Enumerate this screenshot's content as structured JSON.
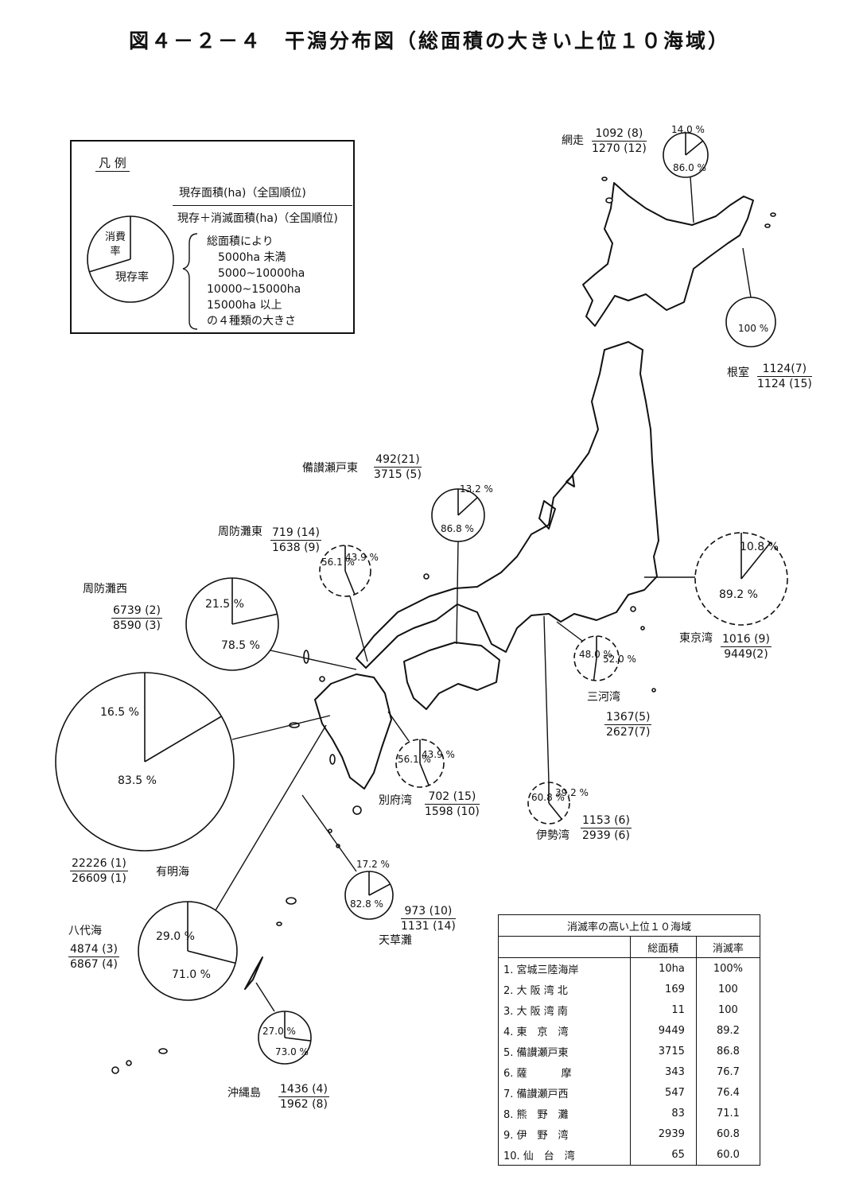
{
  "title": "図４－２－４　干潟分布図（総面積の大きい上位１０海域）",
  "legend": {
    "title": "凡 例",
    "top_label": "現存面積(ha)（全国順位)",
    "bottom_label": "現存＋消滅面積(ha)（全国順位)",
    "consumed_label": "消費率",
    "remaining_label": "現存率",
    "size_lines": [
      "総面積により",
      "5000ha 未満",
      "5000~10000ha",
      "10000~15000ha",
      "15000ha 以上",
      "の４種類の大きさ"
    ]
  },
  "regions": [
    {
      "id": "abashiri",
      "name": "網走",
      "num": "1092 (8)",
      "den": "1270 (12)",
      "consumed_pct": "14.0 %",
      "remaining_pct": "86.0 %",
      "consumed": 14.0
    },
    {
      "id": "nemuro",
      "name": "根室",
      "num": "1124(7)",
      "den": "1124 (15)",
      "remaining_pct": "100 %",
      "consumed": 0
    },
    {
      "id": "bisan_east",
      "name": "備讃瀬戸東",
      "num": "492(21)",
      "den": "3715 (5)",
      "consumed_pct": "13.2 %",
      "remaining_pct": "86.8 %",
      "consumed": 13.2
    },
    {
      "id": "suo_east",
      "name": "周防灘東",
      "num": "719 (14)",
      "den": "1638 (9)",
      "consumed_pct": "43.9 %",
      "remaining_pct": "56.1 %",
      "consumed": 43.9
    },
    {
      "id": "suo_west",
      "name": "周防灘西",
      "num": "6739 (2)",
      "den": "8590 (3)",
      "consumed_pct": "21.5 %",
      "remaining_pct": "78.5 %",
      "consumed": 21.5
    },
    {
      "id": "tokyo",
      "name": "東京湾",
      "num": "1016 (9)",
      "den": "9449(2)",
      "consumed_pct": "10.8 %",
      "remaining_pct": "89.2 %",
      "consumed": 10.8
    },
    {
      "id": "mikawa",
      "name": "三河湾",
      "num": "1367(5)",
      "den": "2627(7)",
      "consumed_pct": "52.0 %",
      "remaining_pct": "48.0 %",
      "consumed": 52.0
    },
    {
      "id": "ariake",
      "name": "有明海",
      "num": "22226 (1)",
      "den": "26609 (1)",
      "consumed_pct": "16.5 %",
      "remaining_pct": "83.5 %",
      "consumed": 16.5
    },
    {
      "id": "beppu",
      "name": "別府湾",
      "num": "702 (15)",
      "den": "1598 (10)",
      "consumed_pct": "43.9 %",
      "remaining_pct": "56.1 %",
      "consumed": 43.9
    },
    {
      "id": "ise",
      "name": "伊勢湾",
      "num": "1153 (6)",
      "den": "2939 (6)",
      "consumed_pct": "39.2 %",
      "remaining_pct": "60.8 %",
      "consumed": 39.2
    },
    {
      "id": "amakusa",
      "name": "天草灘",
      "num": "973 (10)",
      "den": "1131 (14)",
      "consumed_pct": "17.2 %",
      "remaining_pct": "82.8 %",
      "consumed": 17.2
    },
    {
      "id": "yatsushiro",
      "name": "八代海",
      "num": "4874 (3)",
      "den": "6867 (4)",
      "consumed_pct": "29.0 %",
      "remaining_pct": "71.0 %",
      "consumed": 29.0
    },
    {
      "id": "okinawa",
      "name": "沖縄島",
      "num": "1436 (4)",
      "den": "1962 (8)",
      "consumed_pct": "27.0 %",
      "remaining_pct": "73.0 %",
      "consumed": 27.0
    }
  ],
  "table": {
    "caption": "消滅率の高い上位１０海域",
    "headers": [
      "",
      "総面積",
      "消滅率"
    ],
    "rows": [
      [
        "1. 宮城三陸海岸",
        "10ha",
        "100%"
      ],
      [
        "2. 大 阪 湾 北",
        "169",
        "100"
      ],
      [
        "3. 大 阪 湾 南",
        "11",
        "100"
      ],
      [
        "4. 東　京　湾",
        "9449",
        "89.2"
      ],
      [
        "5. 備讃瀬戸東",
        "3715",
        "86.8"
      ],
      [
        "6. 薩　　　 摩",
        "343",
        "76.7"
      ],
      [
        "7. 備讃瀬戸西",
        "547",
        "76.4"
      ],
      [
        "8. 熊　野　灘",
        "83",
        "71.1"
      ],
      [
        "9. 伊　野　湾",
        "2939",
        "60.8"
      ],
      [
        "10. 仙　台　湾",
        "65",
        "60.0"
      ]
    ]
  }
}
